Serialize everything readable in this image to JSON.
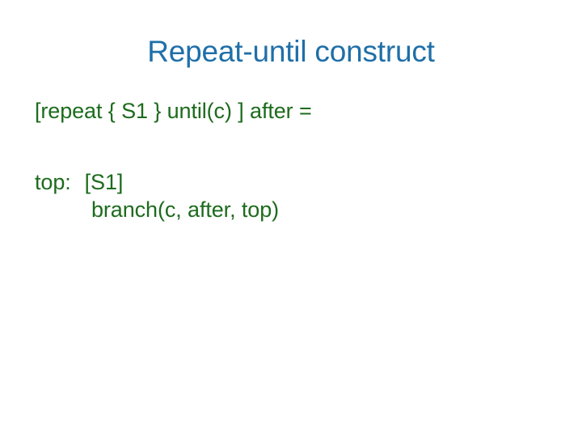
{
  "slide": {
    "background_color": "#FFFFFF",
    "title": "Repeat-until construct",
    "title_color": "#1F6FA8",
    "body_color": "#1D6B1D"
  },
  "body": {
    "pattern_line": "[repeat { S1 } until(c) ] after =",
    "expansion": {
      "label": "top:",
      "label_body": "[S1]",
      "continuation": "branch(c, after, top)"
    }
  }
}
